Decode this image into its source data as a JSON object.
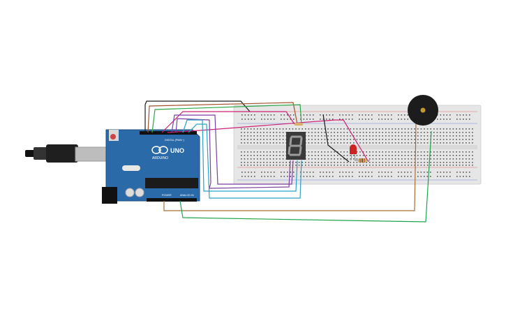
{
  "arduino": {
    "logo_text": "ARDUINO",
    "model_text": "UNO",
    "digital_label": "DIGITAL (PWM~)",
    "power_label": "POWER",
    "analog_label": "ANALOG IN",
    "board_color": "#2b6aa8",
    "chip_color": "#1b1b1b"
  },
  "usb_cable": {
    "color": "#222222"
  },
  "breadboard": {
    "color": "#e6e6e6",
    "hole_color": "#555555",
    "rail_red": "#d84b4b",
    "rail_blue": "#4b6bd8"
  },
  "seven_segment": {
    "digit": "8",
    "lit_color": "#9c9c9c",
    "body_color": "#3a3a3a"
  },
  "led": {
    "color": "#cc2222"
  },
  "resistor": {
    "body_color": "#d9b06b"
  },
  "buzzer": {
    "body_color": "#1c1c1c",
    "center_color": "#c49a2c"
  },
  "wires": [
    {
      "color": "#1a1a1a"
    },
    {
      "color": "#a0522d"
    },
    {
      "color": "#2ea84a"
    },
    {
      "color": "#cc2277"
    },
    {
      "color": "#7b3fa0"
    },
    {
      "color": "#2aa0c8"
    },
    {
      "color": "#a66e3a"
    },
    {
      "color": "#1ea34a"
    }
  ]
}
